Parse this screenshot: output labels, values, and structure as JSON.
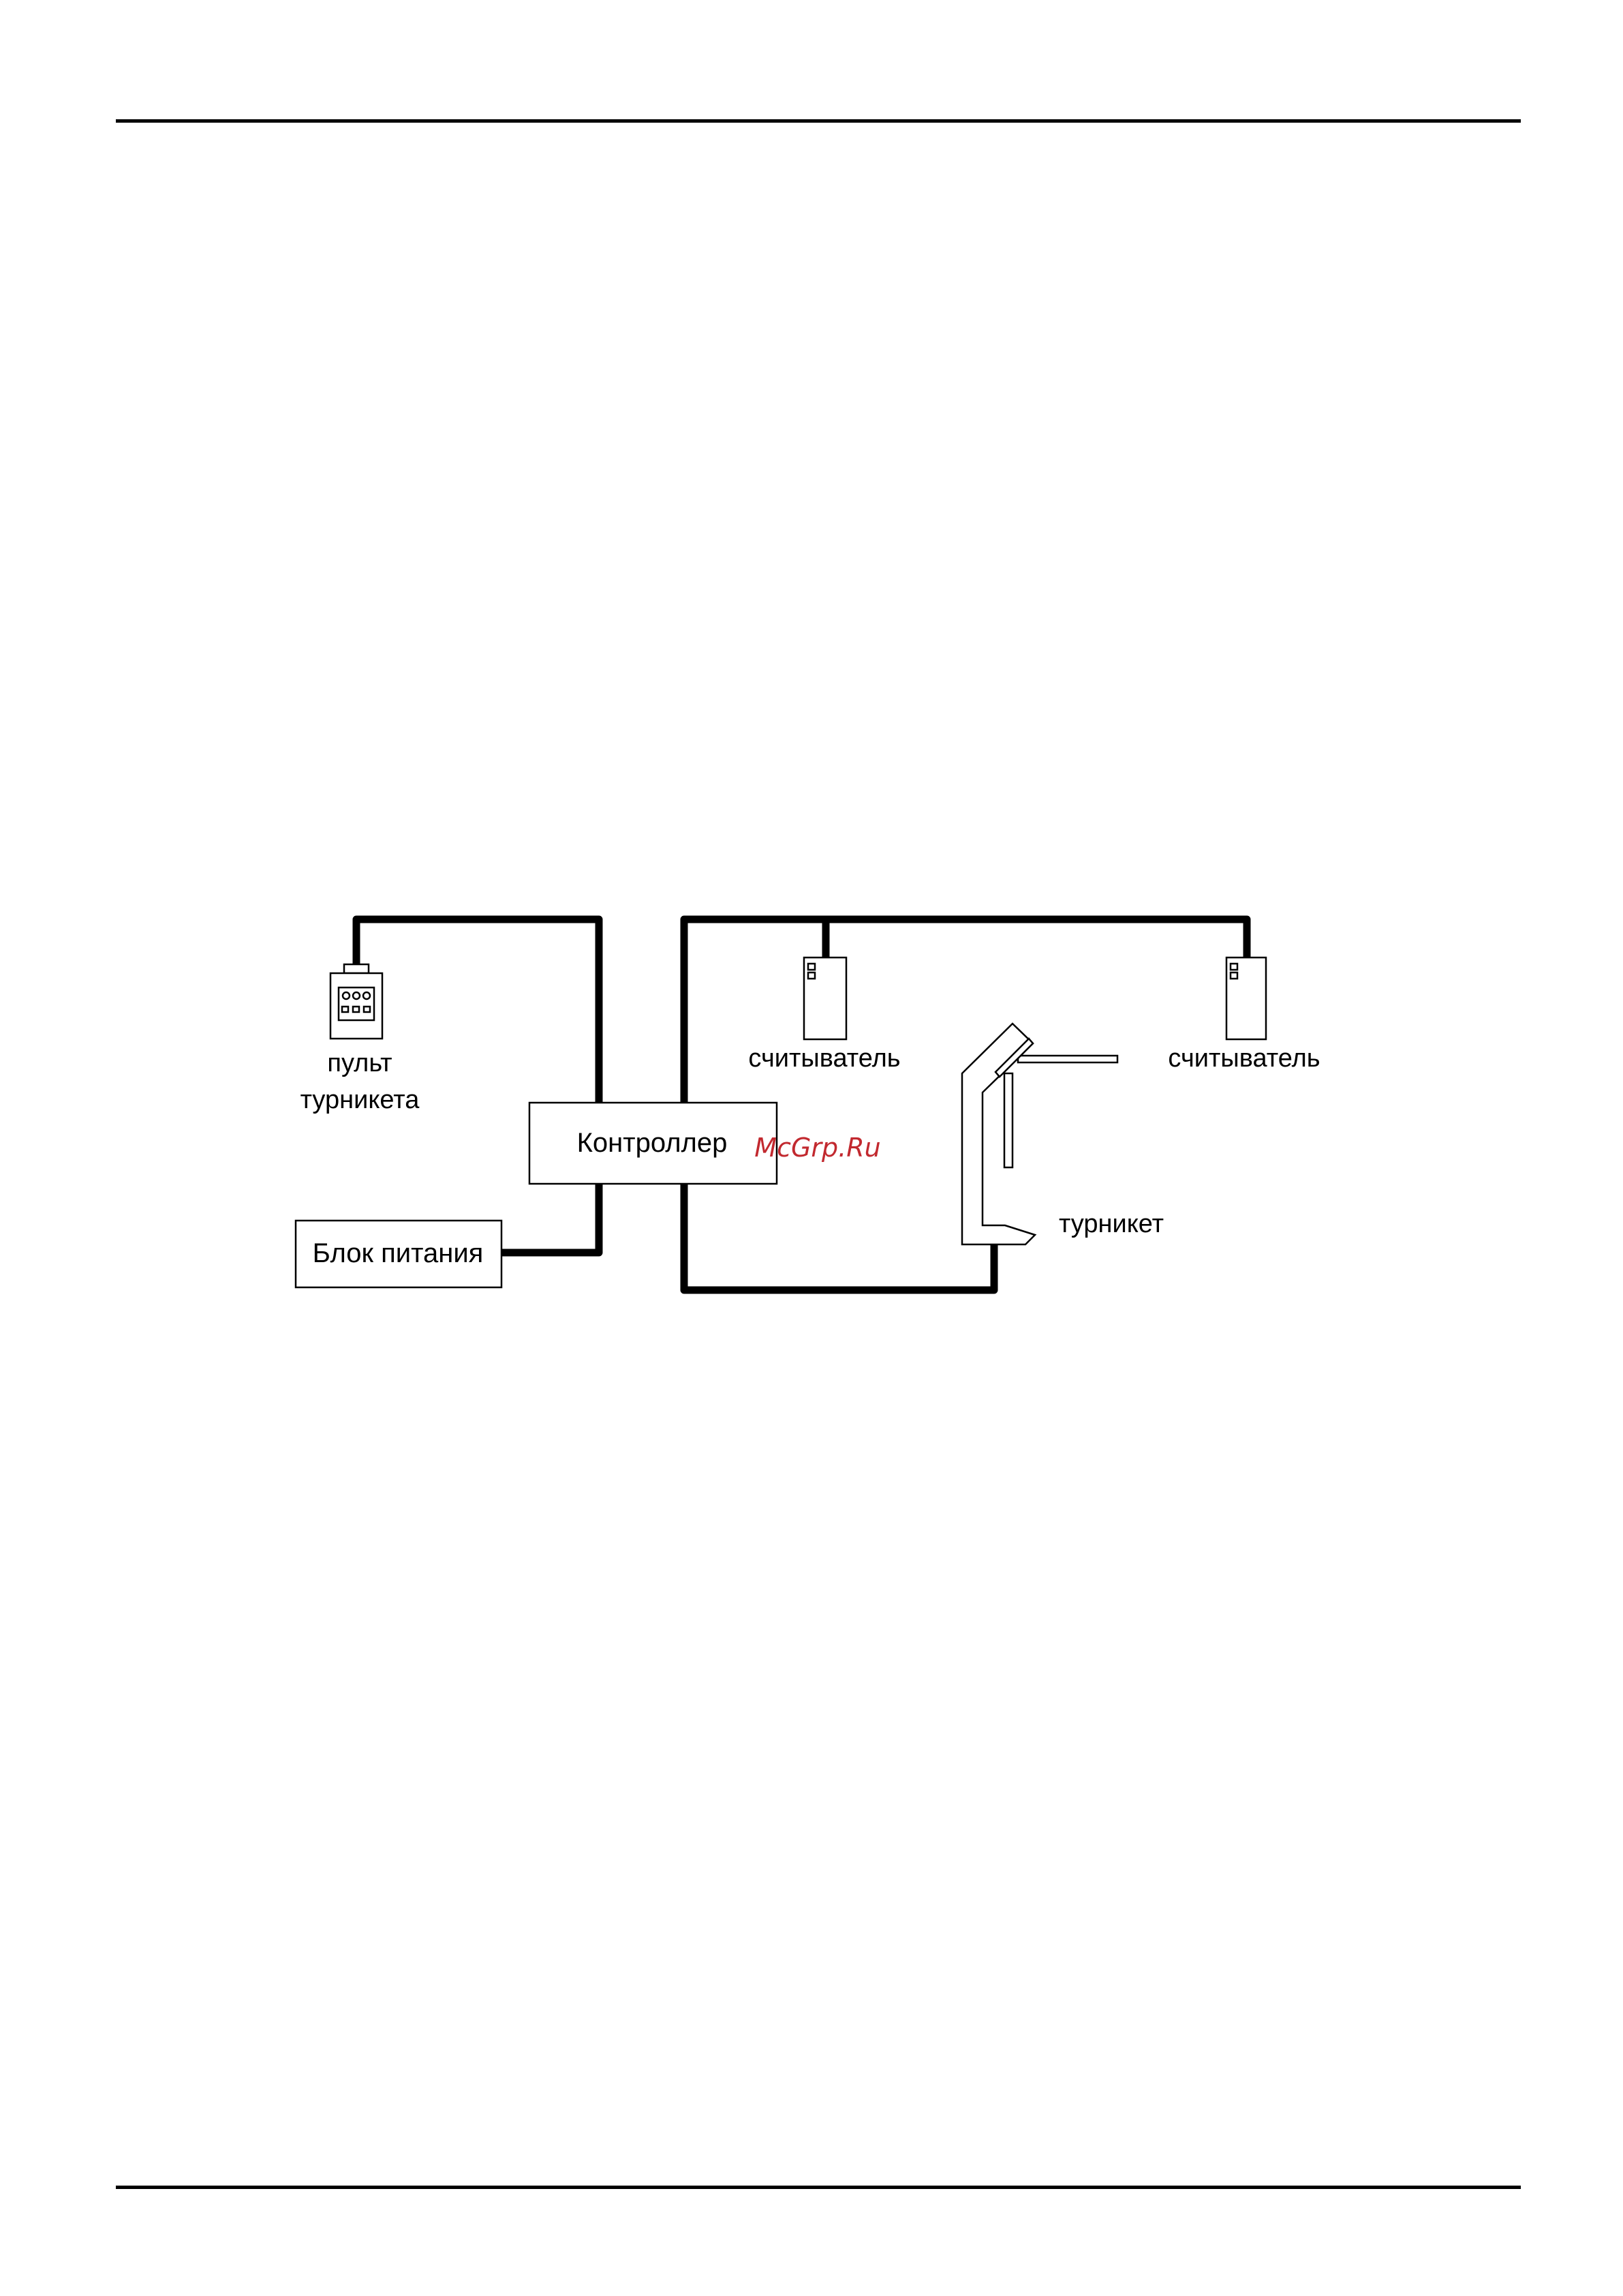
{
  "diagram": {
    "labels": {
      "remote_line1": "пульт",
      "remote_line2": "турникета",
      "reader_left": "считыватель",
      "reader_right": "считыватель",
      "controller": "Контроллер",
      "power_supply": "Блок питания",
      "turnstile": "турникет"
    },
    "watermark": "McGrp.Ru"
  },
  "colors": {
    "line": "#000000",
    "background": "#ffffff",
    "watermark": "#c2292f"
  },
  "icons": [
    "turnstile-remote-icon",
    "card-reader-icon",
    "tripod-turnstile-icon"
  ]
}
